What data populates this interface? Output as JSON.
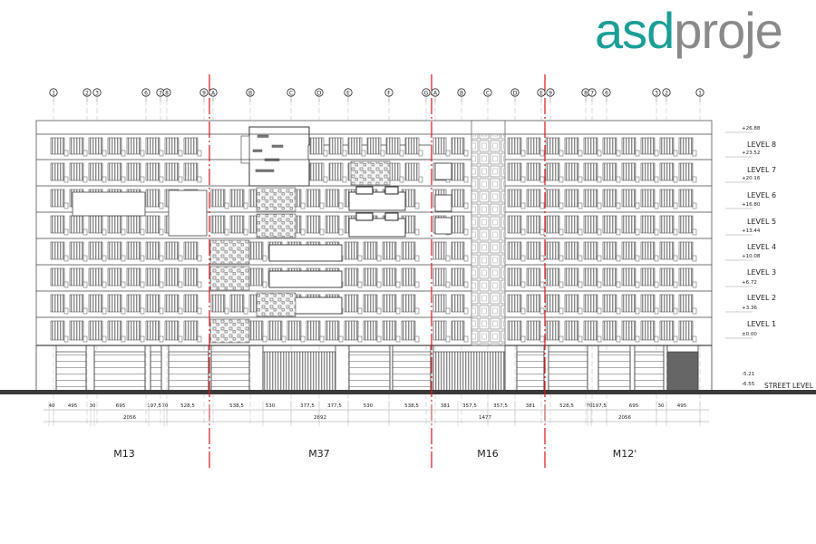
{
  "logo": {
    "part1": "asd",
    "part2": "proje",
    "color1": "#1a9e96",
    "color2": "#8a8a8a"
  },
  "grid_bubbles": [
    "1",
    "2",
    "3",
    "6",
    "7",
    "8",
    "9",
    "A",
    "B",
    "C",
    "D",
    "E",
    "F",
    "G",
    "A",
    "B",
    "C",
    "D",
    "E",
    "9",
    "8",
    "7",
    "6",
    "3",
    "2",
    "1"
  ],
  "levels": [
    {
      "label": "LEVEL 8",
      "elevation": "+23.52"
    },
    {
      "label": "LEVEL 7",
      "elevation": "+20.16"
    },
    {
      "label": "LEVEL 6",
      "elevation": "+16.80"
    },
    {
      "label": "LEVEL 5",
      "elevation": "+13.44"
    },
    {
      "label": "LEVEL 4",
      "elevation": "+10.08"
    },
    {
      "label": "LEVEL 3",
      "elevation": "+6.72"
    },
    {
      "label": "LEVEL 2",
      "elevation": "+3.36"
    },
    {
      "label": "LEVEL 1",
      "elevation": "±0.00"
    }
  ],
  "roof_elevation": "+26.88",
  "lower_elevation": "-5.21",
  "street": {
    "label": "STREET LEVEL",
    "elevation": "-6.55"
  },
  "dimensions_row1": [
    "40",
    "495",
    "30",
    "695",
    "197,5",
    "70",
    "528,5",
    "538,5",
    "530",
    "377,5",
    "377,5",
    "530",
    "538,5",
    "381",
    "357,5",
    "357,5",
    "381",
    "528,5",
    "70",
    "197,5",
    "695",
    "30",
    "495"
  ],
  "dimensions_row2": [
    "2056",
    "2892",
    "1477",
    "2056"
  ],
  "blocks": [
    "M13",
    "M37",
    "M16",
    "M12'"
  ],
  "colors": {
    "section_line": "#d9141b",
    "line": "#333333",
    "fin": "#9a9a9a"
  }
}
